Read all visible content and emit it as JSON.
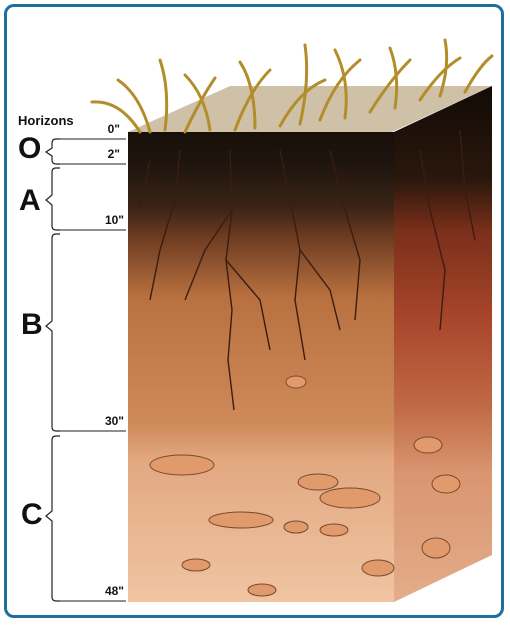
{
  "title": "Horizons",
  "horizons": [
    {
      "name": "O"
    },
    {
      "name": "A"
    },
    {
      "name": "B"
    },
    {
      "name": "C"
    }
  ],
  "depths": [
    "0\"",
    "2\"",
    "10\"",
    "30\"",
    "48\""
  ],
  "colors": {
    "frame": "#1f6f9e",
    "horizon_o": "#1c140e",
    "horizon_a": "#3a2316",
    "horizon_b": "#b8703f",
    "horizon_c": "#e8b48c",
    "grass": "#c8a33a"
  }
}
